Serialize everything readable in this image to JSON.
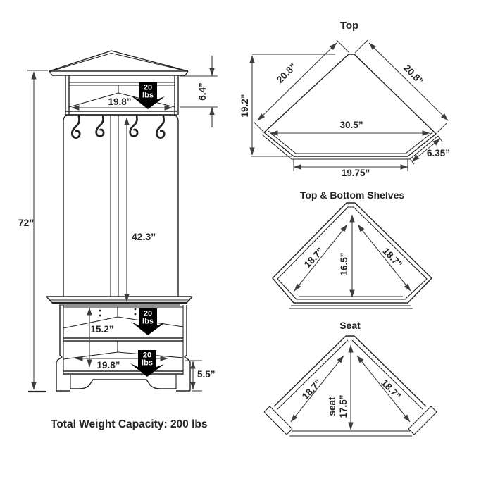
{
  "colors": {
    "ink": "#232323",
    "dim": "#3d3d3d",
    "badge_bg": "#000000",
    "badge_tx": "#ffffff",
    "bg": "#ffffff"
  },
  "front_view": {
    "overall_height": "72”",
    "hutch_shelf_width": "19.8”",
    "hutch_opening_height": "6.4”",
    "back_panel_height": "42.3”",
    "shelf_spacing": "15.2”",
    "bottom_shelf_width": "19.8”",
    "base_height": "5.5”"
  },
  "weight_badge": {
    "line1": "20",
    "line2": "lbs"
  },
  "top_view": {
    "title": "Top",
    "side_left": "20.8”",
    "side_right": "20.8”",
    "depth": "19.2”",
    "inner_width": "30.5”",
    "chamfer": "6.35”",
    "front_width": "19.75”"
  },
  "shelves_view": {
    "title": "Top & Bottom Shelves",
    "side_left": "18.7”",
    "side_right": "18.7”",
    "depth": "16.5”"
  },
  "seat_view": {
    "title": "Seat",
    "side_left": "18.7”",
    "side_right": "18.7”",
    "depth_word": "seat",
    "depth": "17.5”"
  },
  "footer": {
    "text": "Total Weight Capacity:  200 lbs"
  }
}
